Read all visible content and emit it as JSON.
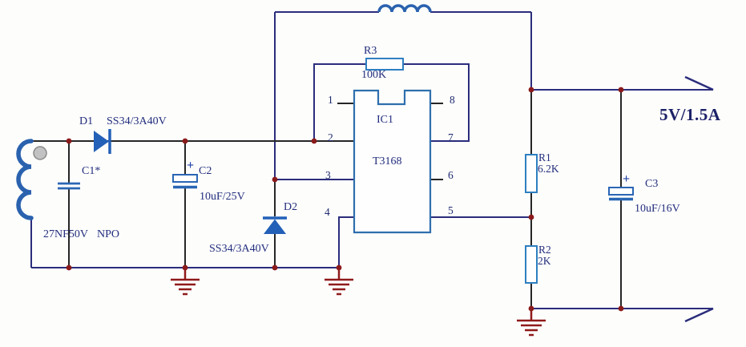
{
  "schematic": {
    "output": {
      "label": "5V/1.5A"
    },
    "d1": {
      "ref": "D1",
      "value": "SS34/3A40V"
    },
    "c1": {
      "ref": "C1*",
      "value": "27NF50V",
      "dielectric": "NPO"
    },
    "c2": {
      "ref": "C2",
      "value": "10uF/25V",
      "polarity": "+"
    },
    "d2": {
      "ref": "D2",
      "value": "SS34/3A40V"
    },
    "r3": {
      "ref": "R3",
      "value": "100K"
    },
    "ic1": {
      "ref": "IC1",
      "part": "T3168",
      "pins": [
        "1",
        "2",
        "3",
        "4",
        "5",
        "6",
        "7",
        "8"
      ]
    },
    "r1": {
      "ref": "R1",
      "value": "6.2K"
    },
    "r2": {
      "ref": "R2",
      "value": "2K"
    },
    "c3": {
      "ref": "C3",
      "value": "10uF/16V",
      "polarity": "+"
    }
  },
  "colors": {
    "wire_blue": "#2b2d7c",
    "lead_black": "#262626",
    "component_blue": "#2a66b4",
    "resistor_outline": "#2e7fc0",
    "ic_outline": "#2e6fad",
    "junction_red": "#8b1a1a",
    "ground_red": "#8f1a1a",
    "text_navy": "#232e7d"
  }
}
